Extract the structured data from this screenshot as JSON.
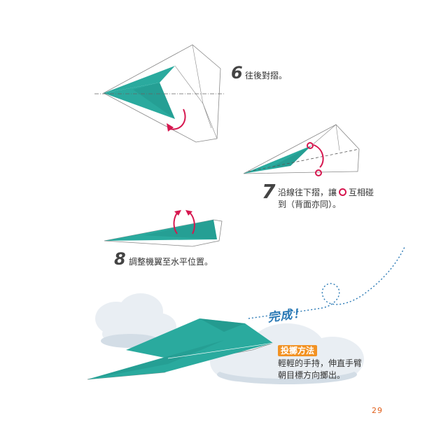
{
  "steps": [
    {
      "number": "6",
      "text": "往後對摺。"
    },
    {
      "number": "7",
      "text_line1_prefix": "沿線往下摺，讓",
      "text_line1_suffix": "互相碰",
      "text_line2": "到（背面亦同）。"
    },
    {
      "number": "8",
      "text": "調整機翼至水平位置。"
    }
  ],
  "done_label": "完成！",
  "throw": {
    "title": "投擲方法",
    "line1": "輕輕的手持，伸直手臂",
    "line2": "朝目標方向擲出。"
  },
  "page_number": "29",
  "colors": {
    "teal": "#2aaa9e",
    "teal_dark": "#1d8c82",
    "arrow": "#d6174f",
    "cloud": "#e9eef3",
    "cloud_shade": "#d3dde6",
    "flight_path": "#2a79b5",
    "badge": "#f29223"
  }
}
